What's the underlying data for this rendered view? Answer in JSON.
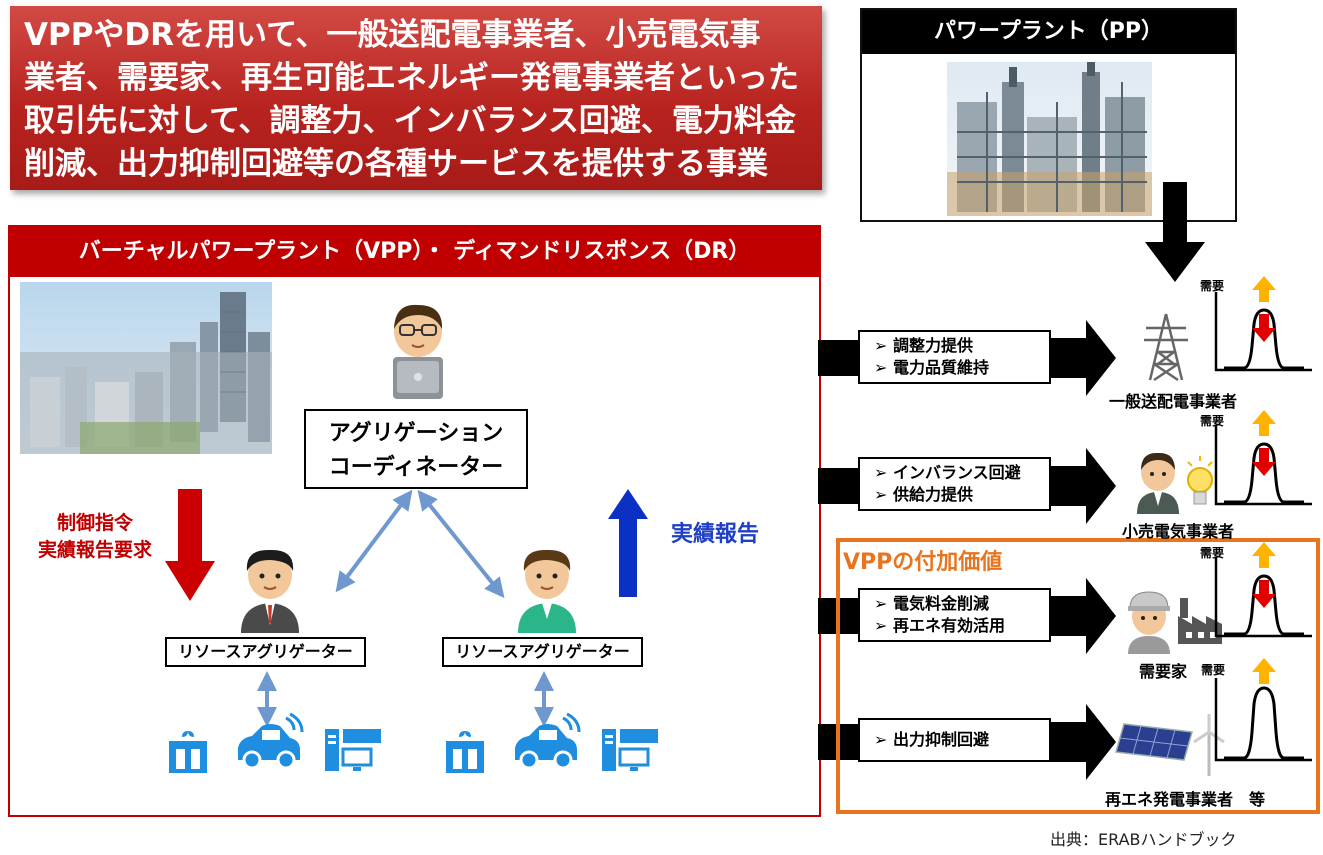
{
  "headline": {
    "lines": [
      "VPPやDRを用いて、一般送配電事業者、小売電気事",
      "業者、需要家、再生可能エネルギー発電事業者といった",
      "取引先に対して、調整力、インバランス回避、電力料金",
      "削減、出力抑制回避等の各種サービスを提供する事業"
    ]
  },
  "power_plant": {
    "title": "パワープラント（PP）"
  },
  "vpp_panel": {
    "title": "バーチャルパワープラント（VPP）・ ディマンドリスポンス（DR）",
    "coordinator": {
      "line1": "アグリゲーション",
      "line2": "コーディネーター"
    },
    "resource_aggregators": [
      "リソースアグリゲーター",
      "リソースアグリゲーター"
    ],
    "control_label": {
      "line1": "制御指令",
      "line2": "実績報告要求"
    },
    "report_label": "実績報告"
  },
  "services": [
    {
      "items": [
        "➢ 調整力提供",
        "➢ 電力品質維持"
      ],
      "party": "一般送配電事業者"
    },
    {
      "items": [
        "➢ インバランス回避",
        "➢ 供給力提供"
      ],
      "party": "小売電気事業者"
    },
    {
      "items": [
        "➢ 電気料金削減",
        "➢ 再エネ有効活用"
      ],
      "party": "需要家"
    },
    {
      "items": [
        "➢ 出力抑制回避"
      ],
      "party": "再エネ発電事業者　等"
    }
  ],
  "demand_label": "需要",
  "value_add": {
    "title": "VPPの付加価値",
    "color": "#e8741d"
  },
  "source": "出典：ERABハンドブック",
  "colors": {
    "headline": "#b8231f",
    "vpp_frame": "#c00000",
    "control_arrow": "#cc0000",
    "report_arrow": "#0a31c4",
    "link_arrow": "#6f98cf",
    "device": "#1f8ee0",
    "up_arrow": "#ffb300",
    "down_arrow": "#e00000"
  },
  "icons": [
    "factory-photo",
    "city-photo",
    "person-laptop-icon",
    "person-suit-icon",
    "person-green-icon",
    "storage-battery-icon",
    "electric-car-icon",
    "air-conditioner-icon",
    "power-pylon-icon",
    "shop-worker-icon",
    "light-bulb-icon",
    "factory-worker-icon",
    "factory-icon",
    "solar-panel-icon",
    "wind-turbine-icon",
    "demand-curve-icon"
  ]
}
